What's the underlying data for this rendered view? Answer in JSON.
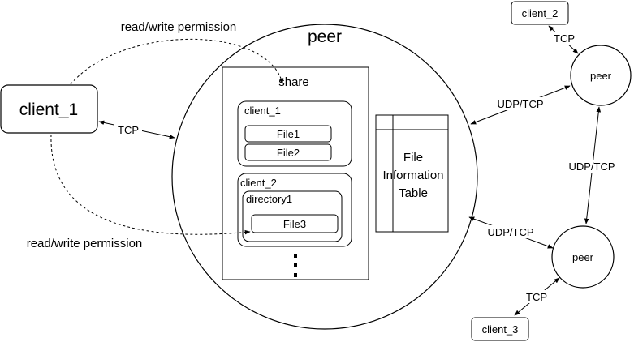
{
  "main_peer": {
    "label": "peer"
  },
  "client_1": {
    "label": "client_1"
  },
  "share": {
    "label": "share",
    "client_1_group": {
      "label": "client_1",
      "files": [
        "File1",
        "File2"
      ]
    },
    "client_2_group": {
      "label": "client_2",
      "directory": {
        "label": "directory1",
        "files": [
          "File3"
        ]
      }
    }
  },
  "file_table": {
    "label_lines": [
      "File",
      "Information",
      "Table"
    ]
  },
  "edges": {
    "client1_peer": "TCP",
    "rw_top": "read/write permission",
    "rw_bottom": "read/write permission",
    "peer_to_peer_top": "UDP/TCP",
    "peer_to_peer_bottom": "UDP/TCP",
    "peer_top_to_peer_bottom": "UDP/TCP",
    "client2_peer_top": "TCP",
    "client3_peer_bottom": "TCP"
  },
  "peer_top": {
    "label": "peer"
  },
  "peer_bottom": {
    "label": "peer"
  },
  "client_2": {
    "label": "client_2"
  },
  "client_3": {
    "label": "client_3"
  }
}
